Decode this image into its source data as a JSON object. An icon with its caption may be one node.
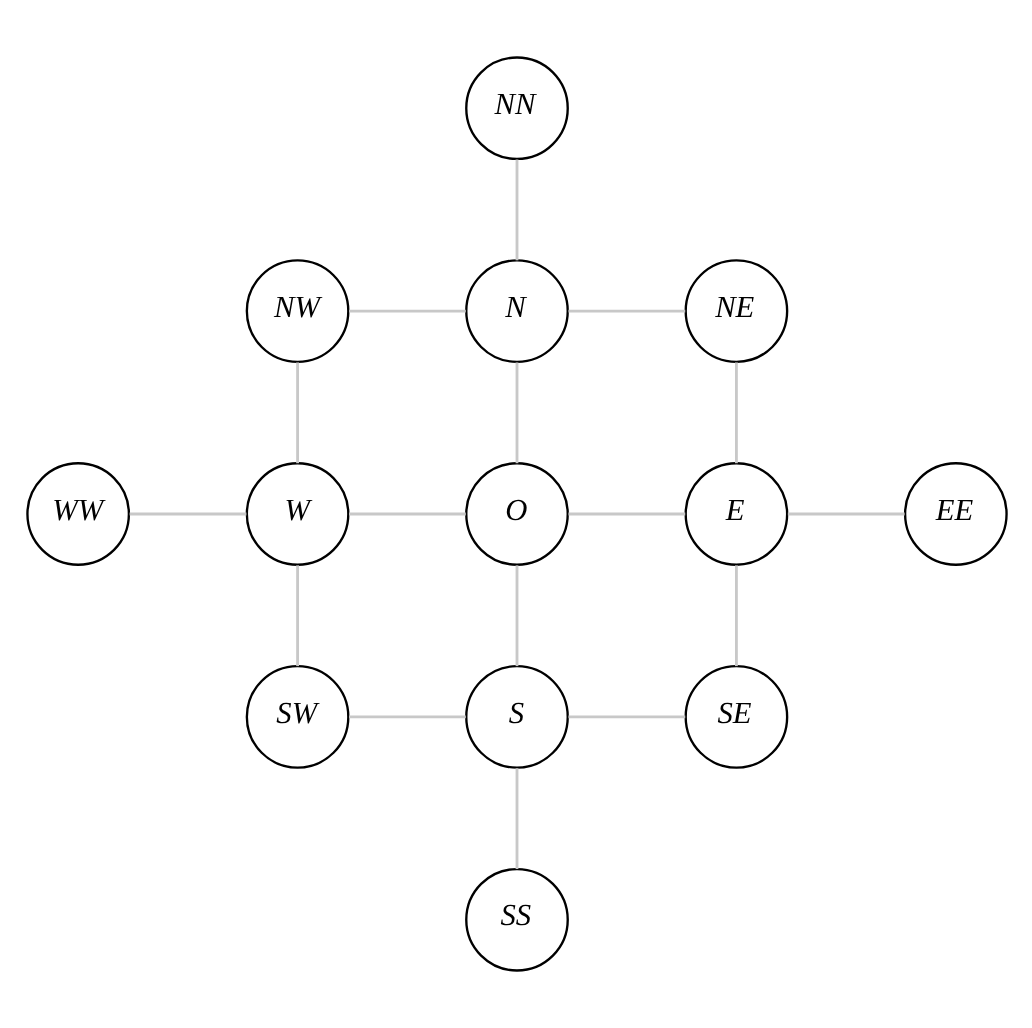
{
  "diagram": {
    "nodes": [
      {
        "text": [
          "NN"
        ]
      },
      {
        "text": [
          "NW"
        ]
      },
      {
        "text": [
          "N"
        ]
      },
      {
        "text": [
          "NE"
        ]
      },
      {
        "text": [
          "WW"
        ]
      },
      {
        "text": [
          "W"
        ]
      },
      {
        "text": [
          "O"
        ]
      },
      {
        "text": [
          "E"
        ]
      },
      {
        "text": [
          "EE"
        ]
      },
      {
        "text": [
          "SW"
        ]
      },
      {
        "text": [
          "S"
        ]
      },
      {
        "text": [
          "SE"
        ]
      },
      {
        "text": [
          "SS"
        ]
      }
    ],
    "edges": [
      {
        "from": 0,
        "to": 2,
        "arrow": "none"
      },
      {
        "from": 1,
        "to": 2,
        "arrow": "none"
      },
      {
        "from": 2,
        "to": 3,
        "arrow": "none"
      },
      {
        "from": 1,
        "to": 5,
        "arrow": "none"
      },
      {
        "from": 2,
        "to": 6,
        "arrow": "none"
      },
      {
        "from": 3,
        "to": 7,
        "arrow": "none"
      },
      {
        "from": 4,
        "to": 5,
        "arrow": "none"
      },
      {
        "from": 5,
        "to": 6,
        "arrow": "none"
      },
      {
        "from": 6,
        "to": 7,
        "arrow": "none"
      },
      {
        "from": 7,
        "to": 8,
        "arrow": "none"
      },
      {
        "from": 5,
        "to": 9,
        "arrow": "none"
      },
      {
        "from": 6,
        "to": 10,
        "arrow": "none"
      },
      {
        "from": 7,
        "to": 11,
        "arrow": "none"
      },
      {
        "from": 9,
        "to": 10,
        "arrow": "none"
      },
      {
        "from": 10,
        "to": 11,
        "arrow": "none"
      },
      {
        "from": 10,
        "to": 12,
        "arrow": "none"
      }
    ]
  }
}
